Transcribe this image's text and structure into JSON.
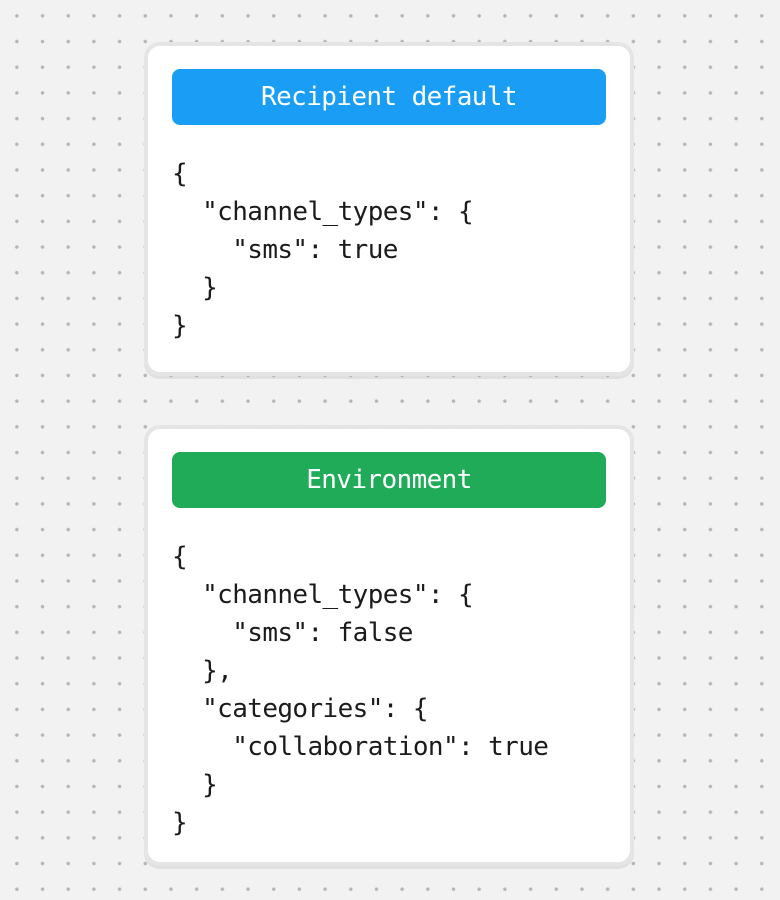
{
  "canvas": {
    "background_color": "#f2f2f2",
    "dot_color": "#b5b5b5",
    "card_border_color": "#e5e5e5",
    "code_text_color": "#1b1b1b"
  },
  "cards": [
    {
      "label": "Recipient default",
      "header_color": "#1a9ef5",
      "code_lines": [
        "{",
        "  \"channel_types\": {",
        "    \"sms\": true",
        "  }",
        "}"
      ]
    },
    {
      "label": "Environment",
      "header_color": "#1fab57",
      "code_lines": [
        "{",
        "  \"channel_types\": {",
        "    \"sms\": false",
        "  },",
        "  \"categories\": {",
        "    \"collaboration\": true",
        "  }",
        "}"
      ]
    }
  ]
}
